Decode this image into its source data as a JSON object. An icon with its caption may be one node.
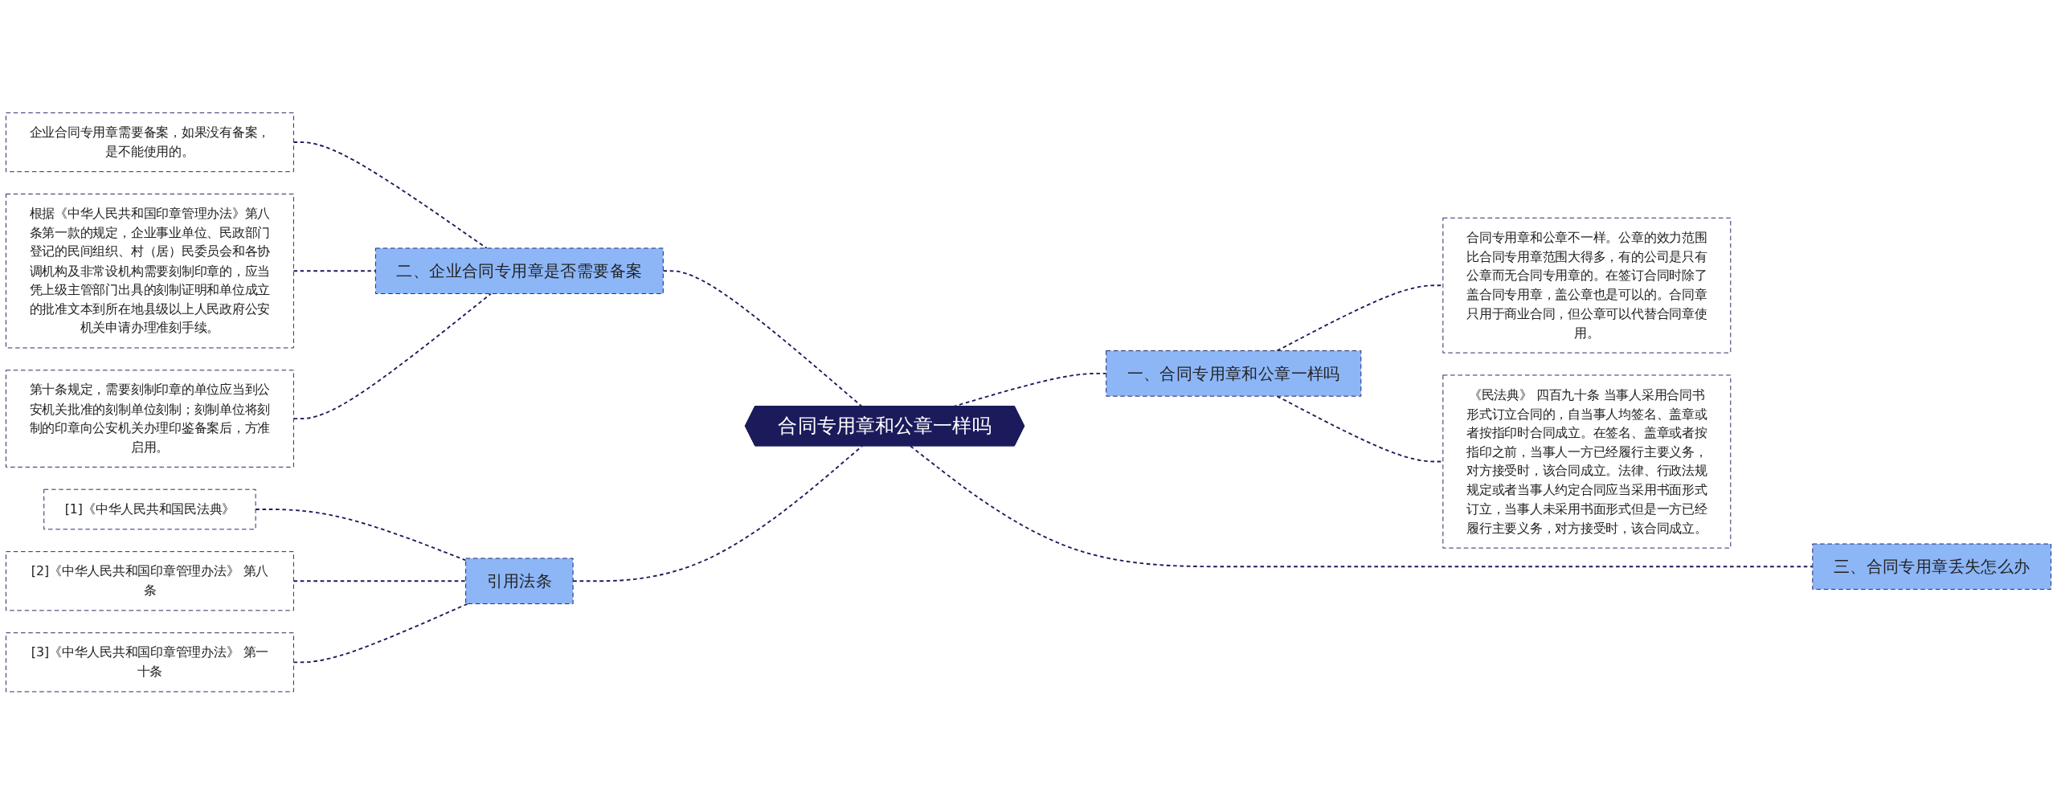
{
  "diagram": {
    "nodes": [
      {
        "text": [
          "合同专用章和公章一样吗"
        ]
      },
      {
        "text": [
          "二、企业合同专用章是否需要备案"
        ]
      },
      {
        "text": [
          "企业合同专用章需要备案，如果没有备案，是不能使用的。"
        ]
      },
      {
        "text": [
          "根据《中华人民共和国印章管理办法》第八条第一款的规定，企业事业单位、民政部门登记的民间组织、村（居）民委员会和各协调机构及非常设机构需要刻制印章的，应当凭上级主管部门出具的刻制证明和单位成立的批准文本到所在地县级以上人民政府公安机关申请办理准刻手续。"
        ]
      },
      {
        "text": [
          "第十条规定，需要刻制印章的单位应当到公安机关批准的刻制单位刻制；刻制单位将刻制的印章向公安机关办理印鉴备案后，方准启用。"
        ]
      },
      {
        "text": [
          "引用法条"
        ]
      },
      {
        "text": [
          "[1]《中华人民共和国民法典》"
        ]
      },
      {
        "text": [
          "[2]《中华人民共和国印章管理办法》 第八条"
        ]
      },
      {
        "text": [
          "[3]《中华人民共和国印章管理办法》 第一十条"
        ]
      },
      {
        "text": [
          "一、合同专用章和公章一样吗"
        ]
      },
      {
        "text": [
          "合同专用章和公章不一样。公章的效力范围比合同专用章范围大得多，有的公司是只有公章而无合同专用章的。在签订合同时除了盖合同专用章，盖公章也是可以的。合同章只用于商业合同，但公章可以代替合同章使用。"
        ]
      },
      {
        "text": [
          "《民法典》 四百九十条 当事人采用合同书形式订立合同的，自当事人均签名、盖章或者按指印时合同成立。在签名、盖章或者按指印之前，当事人一方已经履行主要义务，对方接受时，该合同成立。法律、行政法规规定或者当事人约定合同应当采用书面形式订立，当事人未采用书面形式但是一方已经履行主要义务，对方接受时，该合同成立。"
        ]
      },
      {
        "text": [
          "三、合同专用章丢失怎么办"
        ]
      }
    ],
    "edges": [
      {
        "from": 0,
        "to": 1,
        "arrow": "none",
        "style": "dashed"
      },
      {
        "from": 1,
        "to": 2,
        "arrow": "none",
        "style": "dashed"
      },
      {
        "from": 1,
        "to": 3,
        "arrow": "none",
        "style": "dashed"
      },
      {
        "from": 1,
        "to": 4,
        "arrow": "none",
        "style": "dashed"
      },
      {
        "from": 0,
        "to": 5,
        "arrow": "none",
        "style": "dashed"
      },
      {
        "from": 5,
        "to": 6,
        "arrow": "none",
        "style": "dashed"
      },
      {
        "from": 5,
        "to": 7,
        "arrow": "none",
        "style": "dashed"
      },
      {
        "from": 5,
        "to": 8,
        "arrow": "none",
        "style": "dashed"
      },
      {
        "from": 0,
        "to": 9,
        "arrow": "none",
        "style": "dashed"
      },
      {
        "from": 9,
        "to": 10,
        "arrow": "none",
        "style": "dashed"
      },
      {
        "from": 9,
        "to": 11,
        "arrow": "none",
        "style": "dashed"
      },
      {
        "from": 0,
        "to": 12,
        "arrow": "none",
        "style": "dashed"
      }
    ]
  }
}
